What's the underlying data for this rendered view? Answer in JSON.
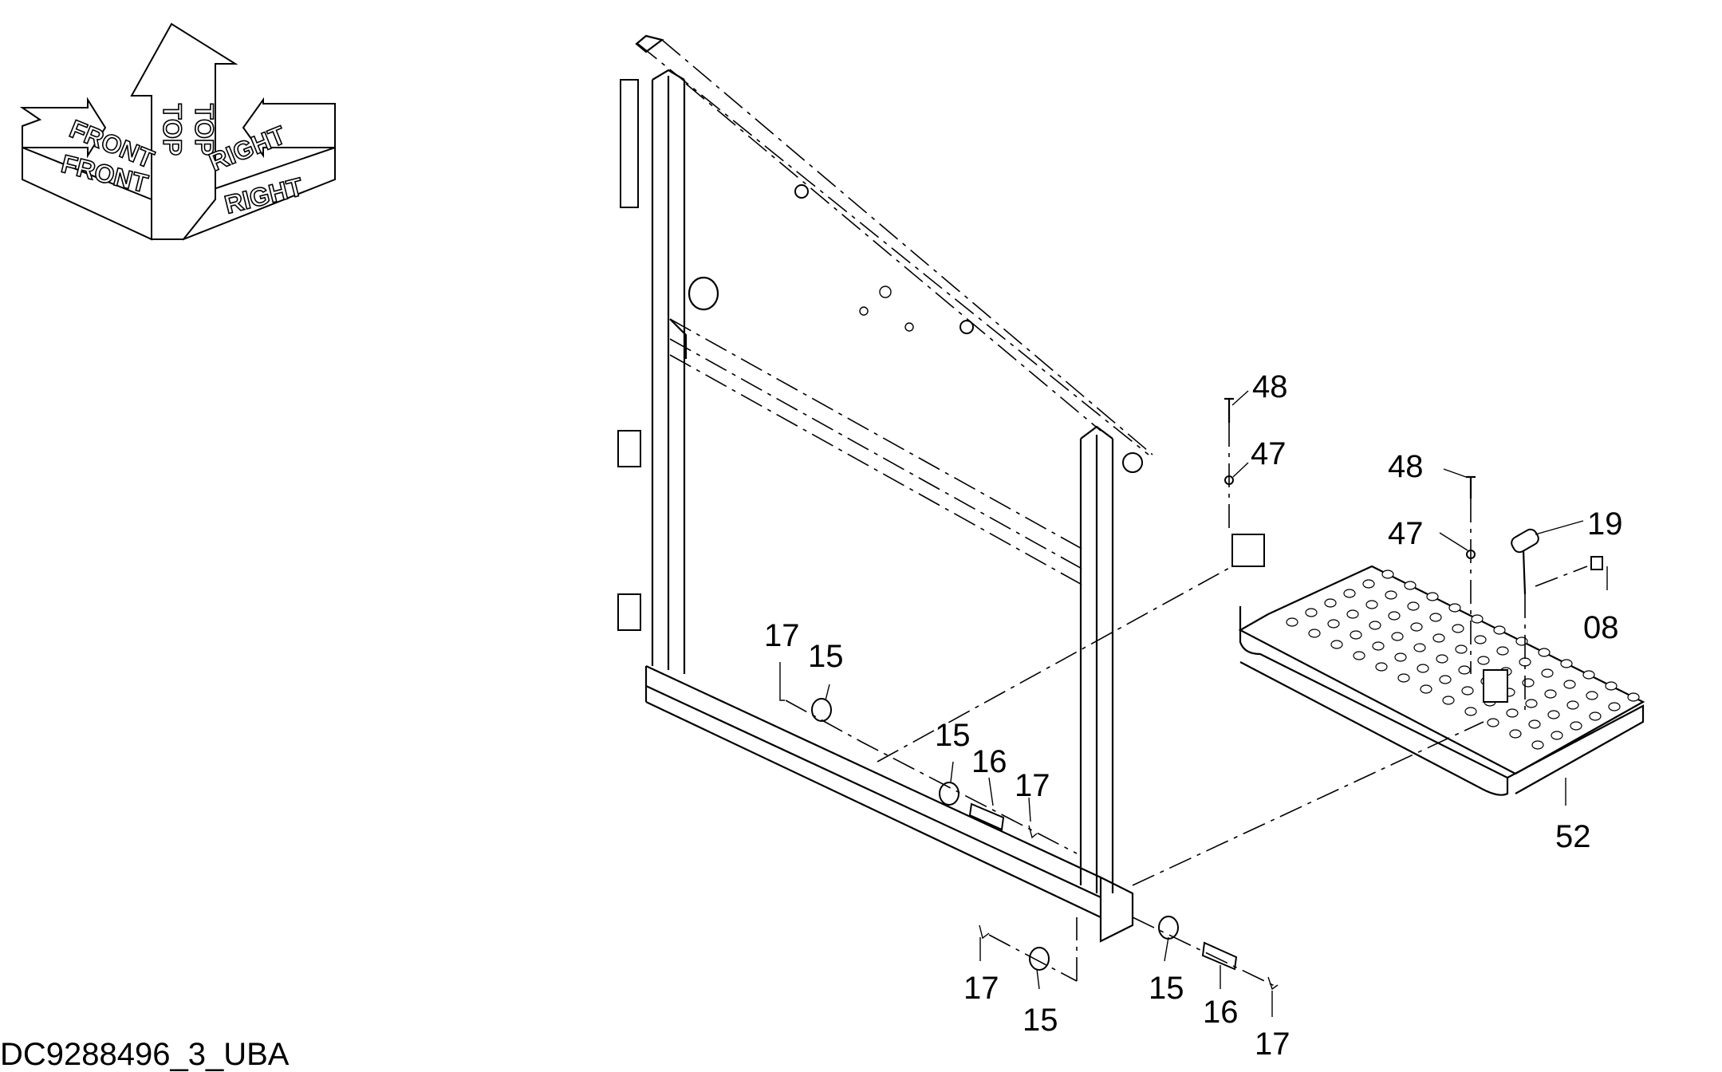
{
  "orientation": {
    "top_label": "TOP",
    "front_label": "FRONT",
    "right_label": "RIGHT"
  },
  "callouts": [
    {
      "id": "c48a",
      "label": "48"
    },
    {
      "id": "c47a",
      "label": "47"
    },
    {
      "id": "c48b",
      "label": "48"
    },
    {
      "id": "c47b",
      "label": "47"
    },
    {
      "id": "c19",
      "label": "19"
    },
    {
      "id": "c08",
      "label": "08"
    },
    {
      "id": "c52",
      "label": "52"
    },
    {
      "id": "c17a",
      "label": "17"
    },
    {
      "id": "c15a",
      "label": "15"
    },
    {
      "id": "c15b",
      "label": "15"
    },
    {
      "id": "c16a",
      "label": "16"
    },
    {
      "id": "c17b",
      "label": "17"
    },
    {
      "id": "c17c",
      "label": "17"
    },
    {
      "id": "c15c",
      "label": "15"
    },
    {
      "id": "c15d",
      "label": "15"
    },
    {
      "id": "c16b",
      "label": "16"
    },
    {
      "id": "c17d",
      "label": "17"
    }
  ],
  "drawing_reference": "DC9288496_3_UBA"
}
